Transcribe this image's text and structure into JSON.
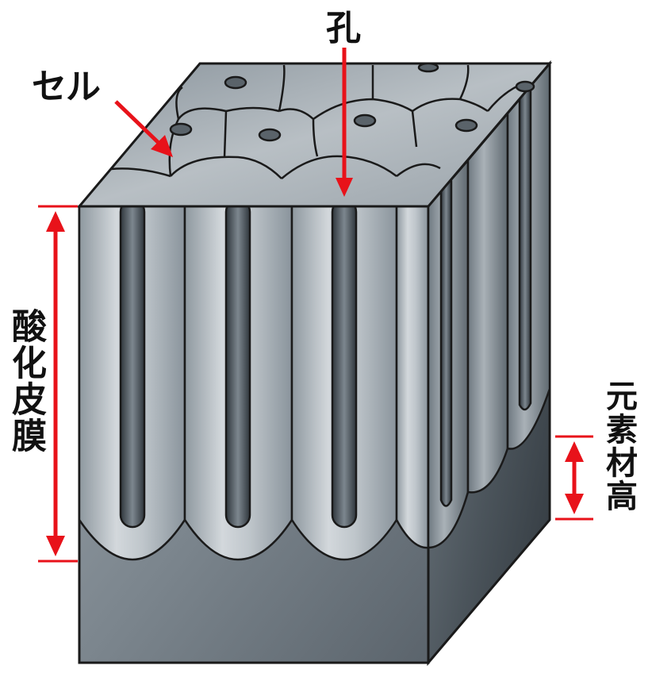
{
  "labels": {
    "cell": "セル",
    "pore": "孔",
    "oxide_film": "酸化皮膜",
    "base_material_height": "元素材高"
  },
  "colors": {
    "annotation": "#e8121a",
    "outline": "#1a1a1a",
    "front_light": "#c3c9ce",
    "front_dark": "#8d979f",
    "side_dark": "#3f474e",
    "top_face": "#a7afb5",
    "pore": "#4a535b"
  },
  "icons": {
    "pointer": "arrow-icon",
    "dimension": "double-arrow-icon"
  }
}
